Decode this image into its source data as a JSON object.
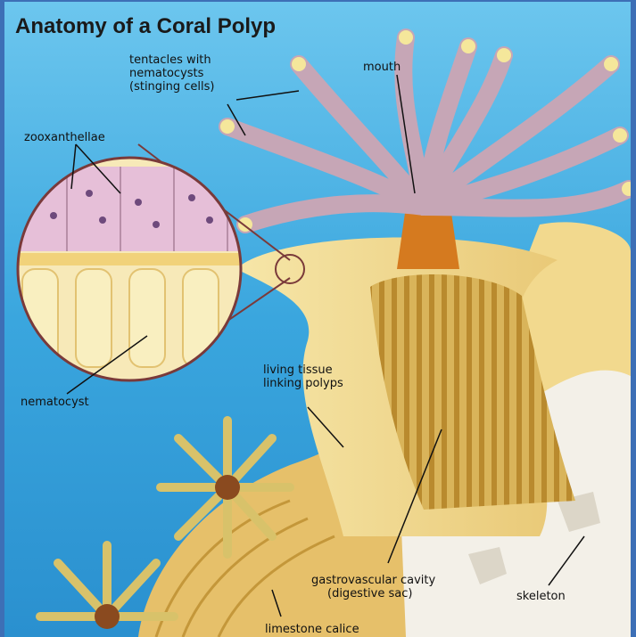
{
  "title": "Anatomy of a Coral Polyp",
  "labels": {
    "tentacles": [
      "tentacles with",
      "nematocysts",
      "(stinging cells)"
    ],
    "mouth": "mouth",
    "zooxanthellae": "zooxanthellae",
    "nematocyst": "nematocyst",
    "living_tissue": [
      "living tissue",
      "linking polyps"
    ],
    "gastrovascular": [
      "gastrovascular cavity",
      "(digestive sac)"
    ],
    "skeleton": "skeleton",
    "limestone": "limestone calice"
  },
  "colors": {
    "water": "#4fb2e4",
    "tentacle": "#c9a8b8",
    "tissue": "#f2d98e",
    "skeleton": "#f4f1ea",
    "frame": "#3d6fb6"
  }
}
